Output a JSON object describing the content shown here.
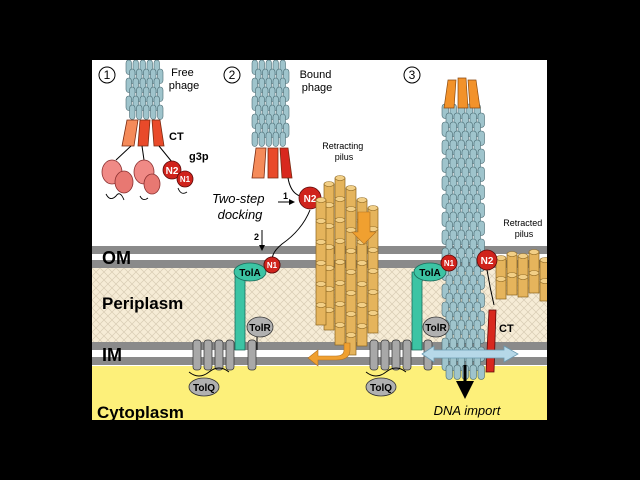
{
  "steps": [
    "1",
    "2",
    "3"
  ],
  "labels": {
    "free_phage": [
      "Free",
      "phage"
    ],
    "bound_phage": [
      "Bound",
      "phage"
    ],
    "ct": "CT",
    "ct2": "CT",
    "g3p": "g3p",
    "n1": "N1",
    "n2": "N2",
    "retracting_pilus": [
      "Retracting",
      "pilus"
    ],
    "retracted_pilus": [
      "Retracted",
      "pilus"
    ],
    "docking": [
      "Two-step",
      "docking"
    ],
    "dock_step_1": "1",
    "dock_step_2": "2",
    "tola": "TolA",
    "tolr": "TolR",
    "tolq": "TolQ",
    "dna_import": "DNA import"
  },
  "compartments": {
    "om": "OM",
    "periplasm": "Periplasm",
    "im": "IM",
    "cytoplasm": "Cytoplasm"
  },
  "colors": {
    "membrane": "#8a8a8a",
    "periplasm": "#f6ecd6",
    "cytoplasm": "#fdf07a",
    "phage_body": "#9fc4cc",
    "phage_tip": "#f2922a",
    "pilus": "#e5b45c",
    "tola": "#3cc4a4",
    "n_domain": "#d0231c",
    "ct_red": "#d8281e",
    "g3p_pink": "#f08a86",
    "arrow_blue": "#b6d8e8",
    "arrow_orange": "#f0a030"
  }
}
